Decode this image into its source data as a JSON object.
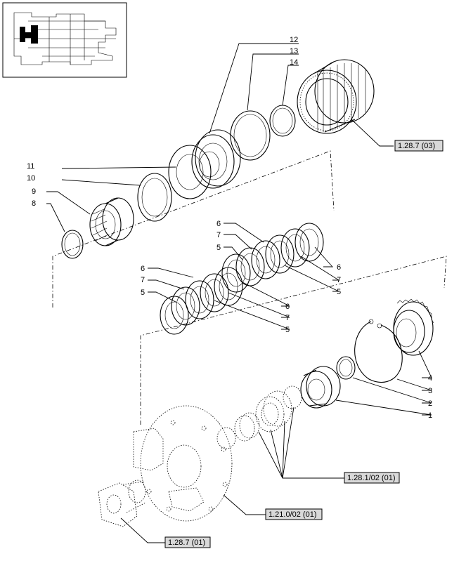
{
  "callouts": [
    {
      "id": "c12",
      "text": "12"
    },
    {
      "id": "c13",
      "text": "13"
    },
    {
      "id": "c14",
      "text": "14"
    },
    {
      "id": "c11",
      "text": "11"
    },
    {
      "id": "c10",
      "text": "10"
    },
    {
      "id": "c9",
      "text": "9"
    },
    {
      "id": "c8",
      "text": "8"
    },
    {
      "id": "c6a",
      "text": "6"
    },
    {
      "id": "c7a",
      "text": "7"
    },
    {
      "id": "c5a",
      "text": "5"
    },
    {
      "id": "c6b",
      "text": "6"
    },
    {
      "id": "c7b",
      "text": "7"
    },
    {
      "id": "c5b",
      "text": "5"
    },
    {
      "id": "c6c",
      "text": "6"
    },
    {
      "id": "c7c",
      "text": "7"
    },
    {
      "id": "c5c",
      "text": "5"
    },
    {
      "id": "c6d",
      "text": "6"
    },
    {
      "id": "c7d",
      "text": "7"
    },
    {
      "id": "c5d",
      "text": "5"
    },
    {
      "id": "c4",
      "text": "4"
    },
    {
      "id": "c3",
      "text": "3"
    },
    {
      "id": "c2",
      "text": "2"
    },
    {
      "id": "c1",
      "text": "1"
    }
  ],
  "references": {
    "ref_top": "1.28.7 (03)",
    "ref_mid": "1.28.1/02 (01)",
    "ref_housing": "1.21.0/02 (01)",
    "ref_bottom": "1.28.7 (01)"
  }
}
